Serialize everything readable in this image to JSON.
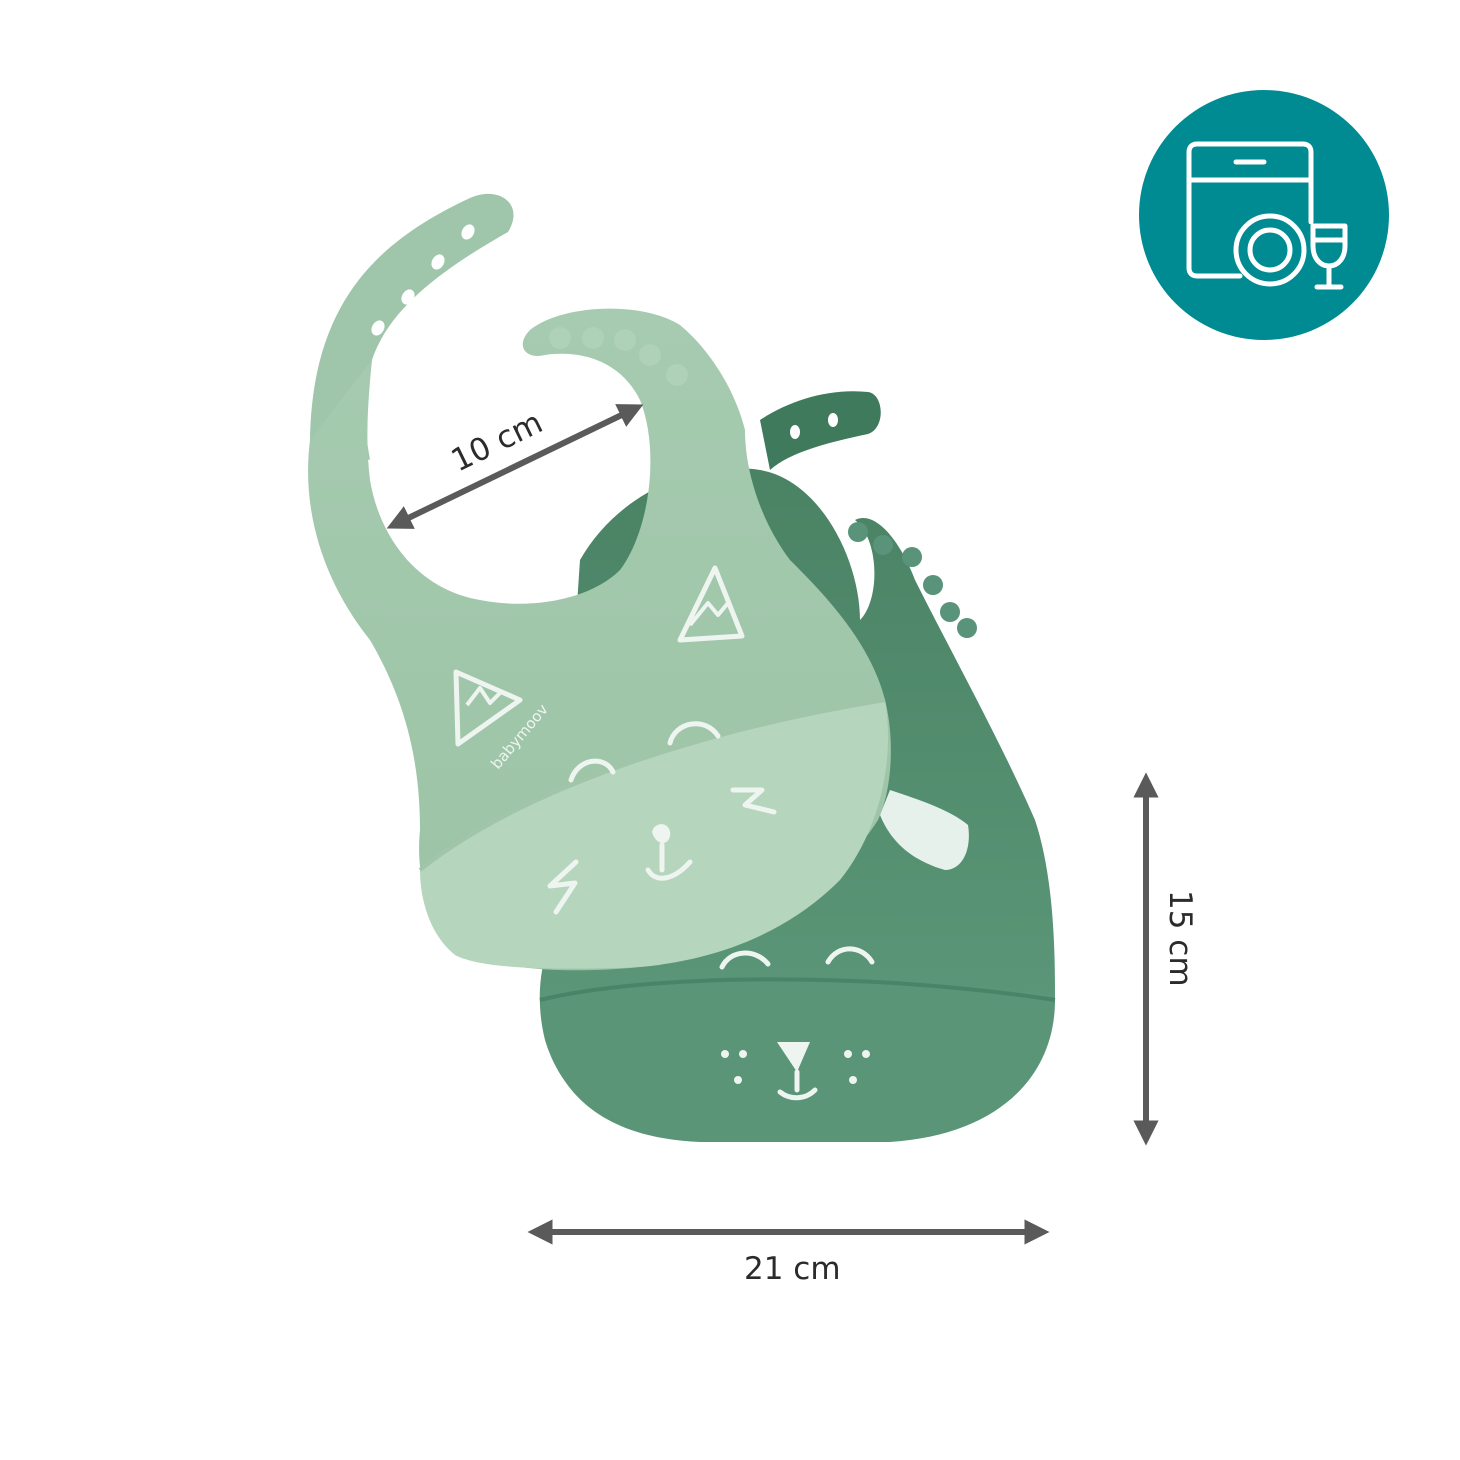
{
  "product": {
    "brand_label": "babymoov"
  },
  "dimensions": {
    "neck_opening": "10 cm",
    "height": "15 cm",
    "width": "21 cm"
  },
  "badge": {
    "icon": "dishwasher-safe-icon",
    "color": "#008a92"
  },
  "colors": {
    "light_bib": "#a5c9ad",
    "dark_bib": "#4f8a6c",
    "arrows": "#5a5a5a",
    "face_lines": "#eef5f1"
  }
}
